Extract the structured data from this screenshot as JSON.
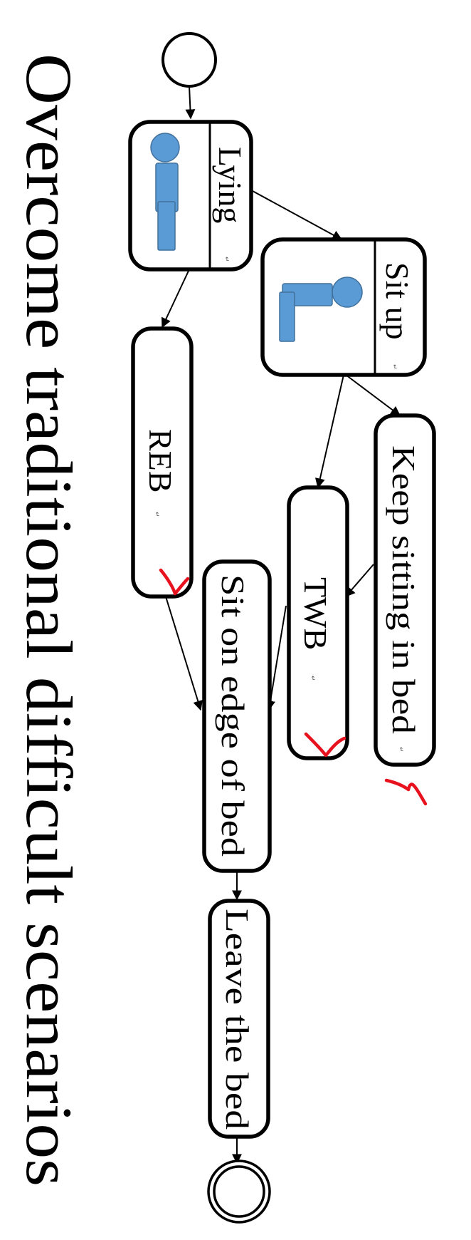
{
  "title": "Overcome traditional difficult scenarios",
  "nodes": {
    "lying": "Lying",
    "sit_up": "Sit up",
    "reb": "REB",
    "keep_sitting": "Keep sitting in bed",
    "twb": "TWB",
    "sit_edge": "Sit on edge of bed",
    "leave_bed": "Leave the bed"
  },
  "colors": {
    "figure_fill": "#5b9bd5",
    "check_mark": "#e8111e",
    "stroke": "#000000"
  },
  "check_marks_on": [
    "REB",
    "TWB",
    "Keep sitting in bed"
  ]
}
